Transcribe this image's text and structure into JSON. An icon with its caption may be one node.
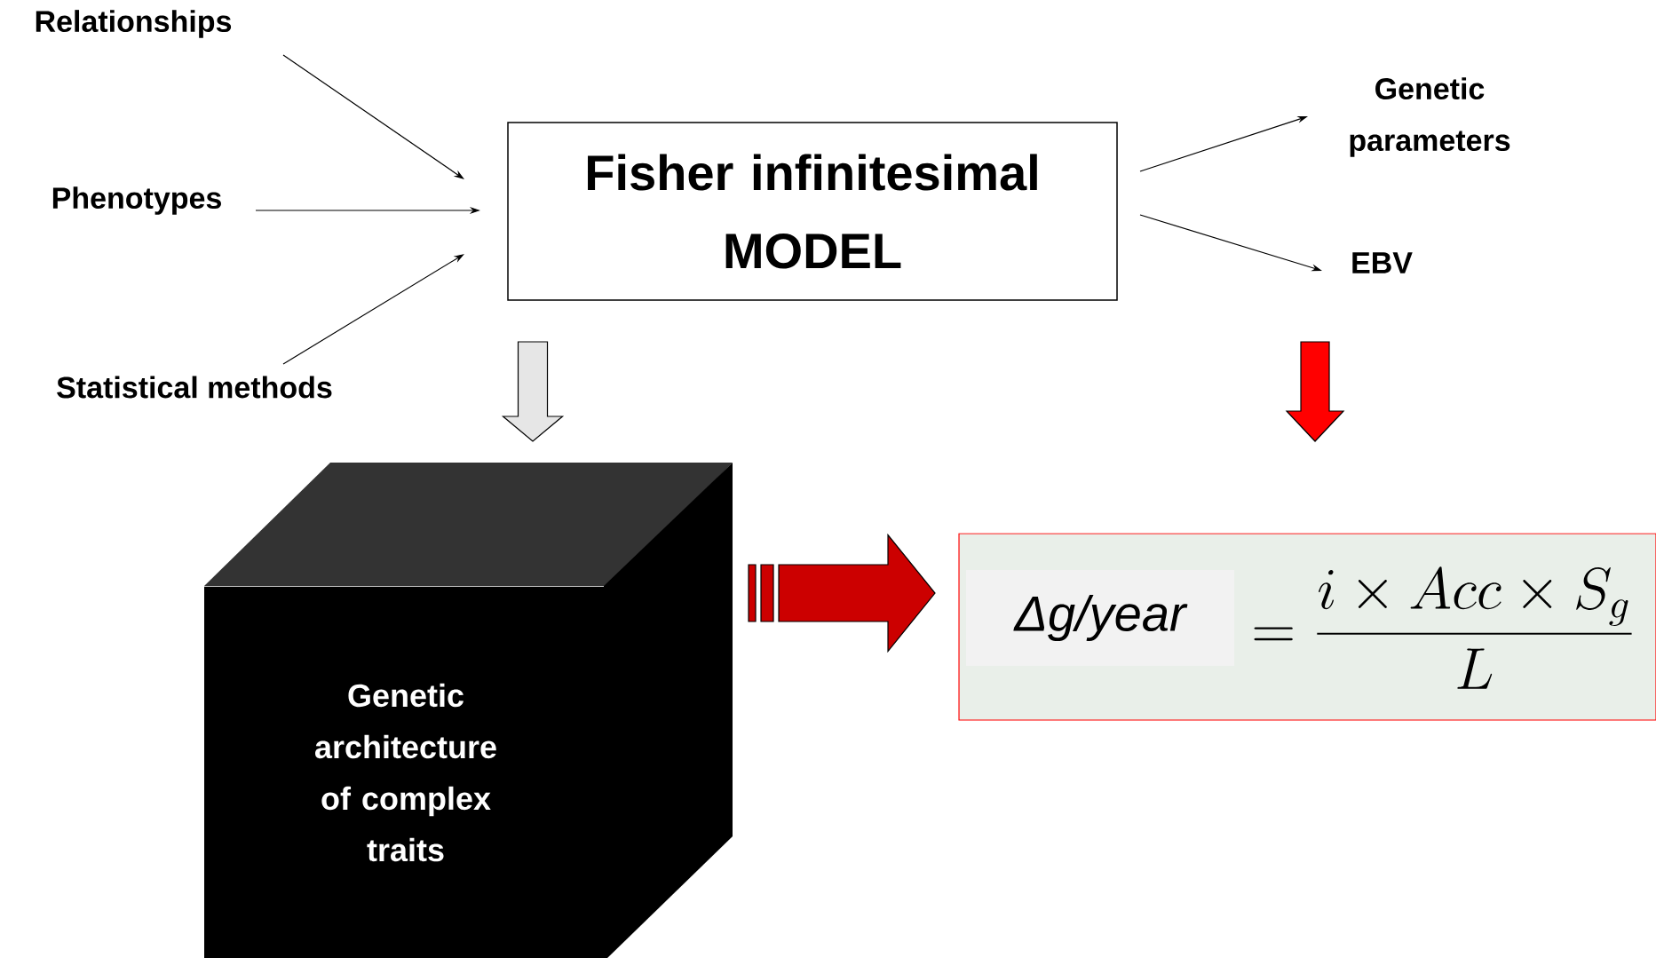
{
  "diagram": {
    "nodes": [
      {
        "text": [
          "Relationships"
        ]
      },
      {
        "text": [
          "Phenotypes"
        ]
      },
      {
        "text": [
          "Statistical methods"
        ]
      },
      {
        "text": [
          "Fisher infinitesimal MODEL"
        ]
      },
      {
        "text": [
          "Genetic parameters"
        ]
      },
      {
        "text": [
          "EBV"
        ]
      },
      {
        "text": [
          "Genetic architecture of complex traits"
        ]
      },
      {
        "text": [
          "Δg/year",
          "=\\frac{i\\times Acc\\times S_{g}}{L}"
        ]
      }
    ],
    "edges": [
      {
        "from": 0,
        "to": 3,
        "arrow": "to"
      },
      {
        "from": 1,
        "to": 3,
        "arrow": "to"
      },
      {
        "from": 2,
        "to": 3,
        "arrow": "to"
      },
      {
        "from": 3,
        "to": 4,
        "arrow": "to"
      },
      {
        "from": 3,
        "to": 5,
        "arrow": "to"
      },
      {
        "from": 3,
        "to": 6,
        "arrow": "to",
        "style": "thick",
        "color": "#e6e6e6"
      },
      {
        "from": 5,
        "to": 7,
        "arrow": "to",
        "style": "thick",
        "color": "#ff0000"
      },
      {
        "from": 6,
        "to": 7,
        "arrow": "to",
        "style": "thick",
        "color": "#cc0000"
      }
    ]
  }
}
